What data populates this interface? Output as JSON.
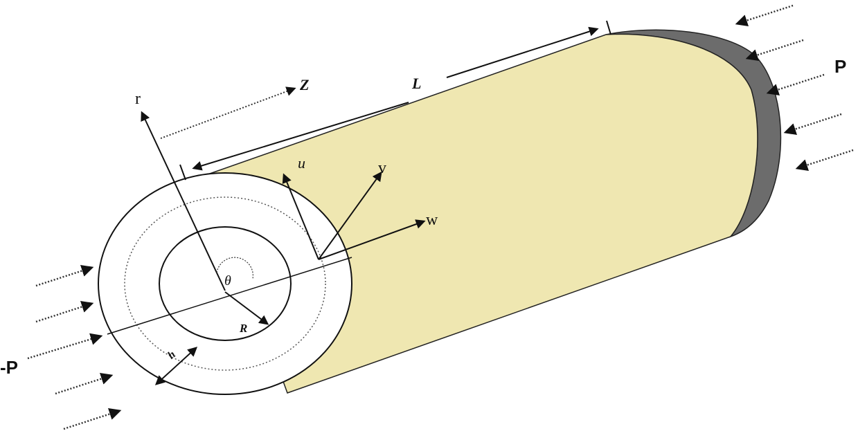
{
  "labels": {
    "axis_r": "r",
    "axis_z": "Z",
    "length": "L",
    "disp_u": "u",
    "disp_v": "v",
    "disp_w": "w",
    "angle": "θ",
    "radius": "R",
    "thickness": "h",
    "load_right": "P",
    "load_left": "-P"
  },
  "colors": {
    "cylinder_body": "#efe7b1",
    "end_cap": "#6c6c6c",
    "stroke": "#111111",
    "annulus": "#ffffff"
  }
}
